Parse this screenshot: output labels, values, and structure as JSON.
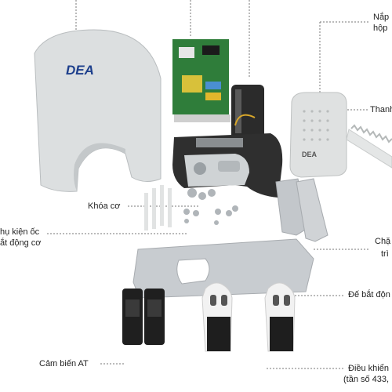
{
  "brand": {
    "logo_text": "DEA"
  },
  "labels": {
    "top_right_1": "Nắp",
    "top_right_2": "hộp",
    "rack": "Thanh",
    "lock": "Khóa cơ",
    "acc_1": "hụ kiện ốc",
    "acc_2": "ắt động cơ",
    "stopper_1": "Chặ",
    "stopper_2": "trì",
    "base": "Đế bắt độn",
    "sensor": "Cảm biến AT",
    "remote_1": "Điều khiển",
    "remote_2": "(tần số 433,"
  },
  "colors": {
    "leader": "#777777",
    "cover": "#d9dcdd",
    "metal": "#c7cbcf",
    "dark": "#2b2b2b",
    "board": "#2f7d3a",
    "brand_blue": "#1d3f8c"
  }
}
